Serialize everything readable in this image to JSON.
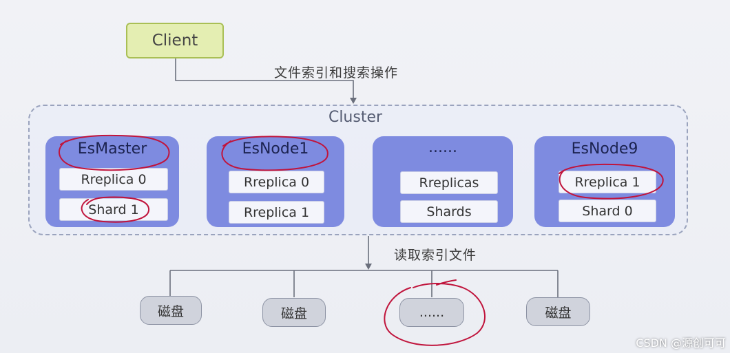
{
  "client": {
    "label": "Client"
  },
  "edge_top_label": "文件索引和搜索操作",
  "cluster": {
    "title": "Cluster",
    "nodes": [
      {
        "title": "EsMaster",
        "items": [
          "Rreplica 0",
          "Shard 1"
        ]
      },
      {
        "title": "EsNode1",
        "items": [
          "Rreplica 0",
          "Rreplica 1"
        ]
      },
      {
        "title": "......",
        "items": [
          "Rreplicas",
          "Shards"
        ]
      },
      {
        "title": "EsNode9",
        "items": [
          "Rreplica 1",
          "Shard 0"
        ]
      }
    ]
  },
  "edge_bottom_label": "读取索引文件",
  "disks": [
    "磁盘",
    "磁盘",
    "......",
    "磁盘"
  ],
  "watermark": "CSDN @源创可可",
  "colors": {
    "client_fill": "#e4eeb2",
    "node_fill": "#7e8be0",
    "annotation": "#c0143c"
  }
}
